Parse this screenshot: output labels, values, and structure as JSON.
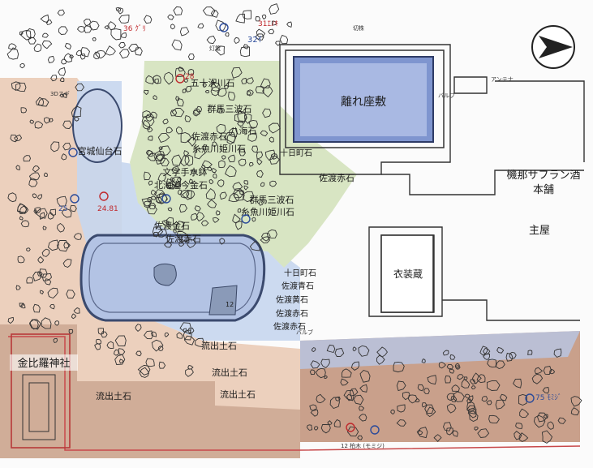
{
  "map": {
    "buildings": {
      "hanare": "離れ座敷",
      "ishozo": "衣装蔵",
      "shop": "機那サフラン酒",
      "shop_sub": "本舗",
      "omoya": "主屋",
      "shrine": "金比羅神社"
    },
    "stones": [
      {
        "id": "isozaki-1",
        "text": "五十沢川石"
      },
      {
        "id": "gunma-1",
        "text": "群馬三波石"
      },
      {
        "id": "sado-aka-1",
        "text": "佐渡赤石"
      },
      {
        "id": "hachikai-1",
        "text": "八海石"
      },
      {
        "id": "itoigawa-1",
        "text": "糸魚川姫川石"
      },
      {
        "id": "tokamachi",
        "text": "十日町石"
      },
      {
        "id": "moji",
        "text": "文字手水鉢"
      },
      {
        "id": "hokkaido",
        "text": "北海道今金石"
      },
      {
        "id": "sado-aka-2",
        "text": "佐渡赤石"
      },
      {
        "id": "gunma-2",
        "text": "群馬三波石"
      },
      {
        "id": "itoigawa-2",
        "text": "糸魚川姫川石"
      },
      {
        "id": "sado-kin",
        "text": "佐渡金石"
      },
      {
        "id": "sado-aka-3",
        "text": "佐渡赤石"
      },
      {
        "id": "tokamachi-2",
        "text": "十日町石"
      },
      {
        "id": "sado-ao",
        "text": "佐渡青石"
      },
      {
        "id": "sado-kou",
        "text": "佐渡黄石"
      },
      {
        "id": "sado-aka-4",
        "text": "佐渡赤石"
      },
      {
        "id": "sado-aka-5",
        "text": "佐渡赤石"
      },
      {
        "id": "miyagi",
        "text": "宮城仙台石"
      },
      {
        "id": "ryushutsu-1",
        "text": "流出土石"
      },
      {
        "id": "ryushutsu-2",
        "text": "流出土石"
      },
      {
        "id": "ryushutsu-3",
        "text": "流出土石"
      },
      {
        "id": "ryushutsu-4",
        "text": "流出土石"
      }
    ],
    "small": {
      "antenna": "アンテナ",
      "valve1": "バルブ",
      "valve2": "バルブ",
      "kirikabu": "切株",
      "toro": "灯篭",
      "north_plate": "3Dスギ",
      "scale": "12 柏木 (モミジ)",
      "n28": "28",
      "n36": "36 ｸﾞﾘ",
      "n31": "31ｴﾉｷ",
      "n32": "32ｲ",
      "n24": "24.81",
      "n25": "25",
      "n75": "75 ﾓﾐｼﾞ",
      "n12": "12"
    }
  }
}
